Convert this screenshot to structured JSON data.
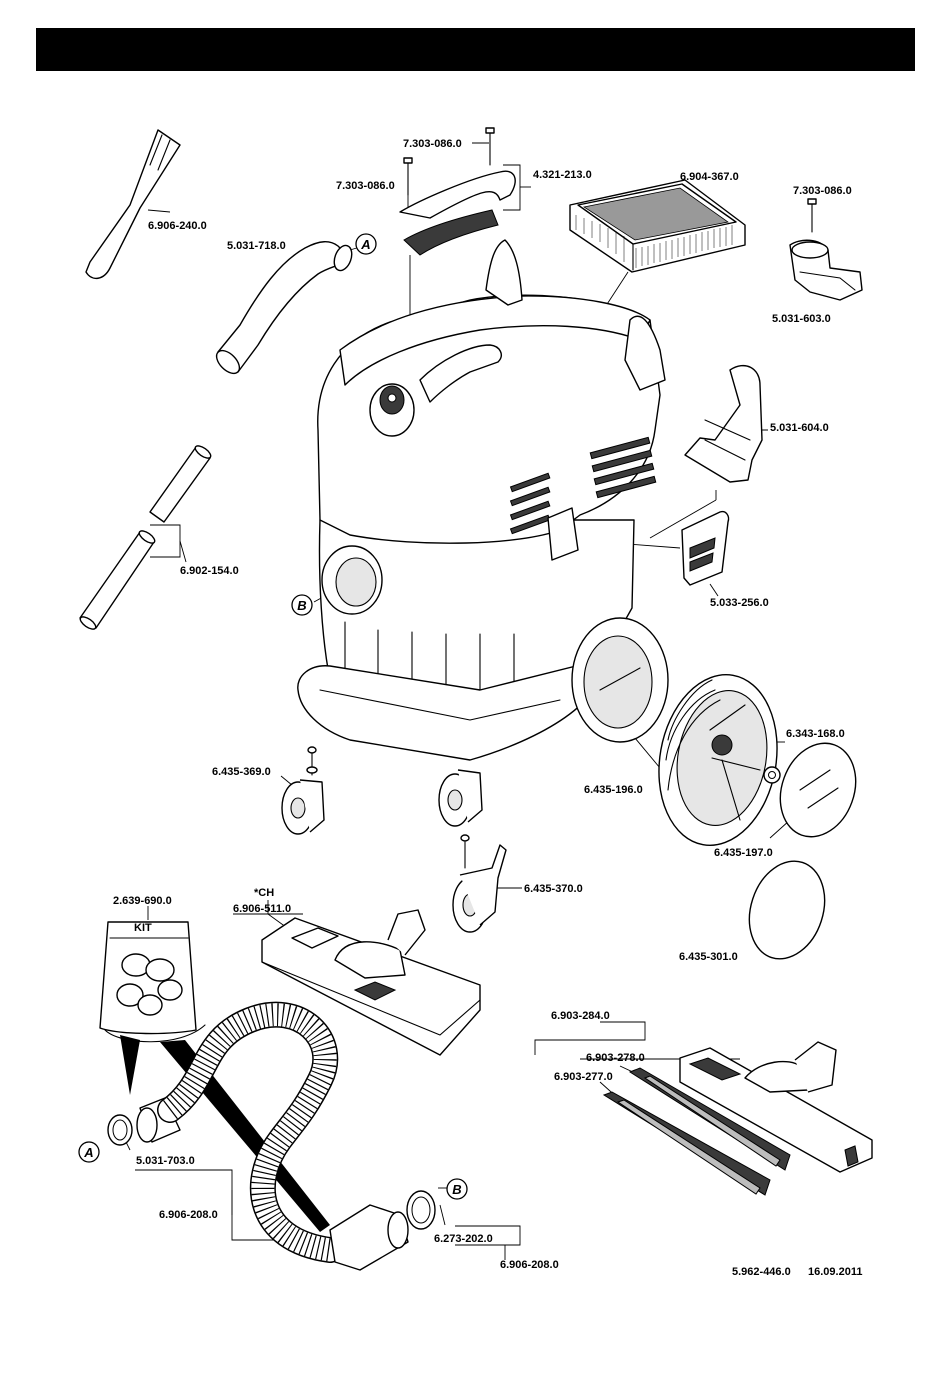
{
  "parts": {
    "screw_top": "7.303-086.0",
    "screw_left": "7.303-086.0",
    "handle": "4.321-213.0",
    "filter": "6.904-367.0",
    "screw_right": "7.303-086.0",
    "holder_top": "5.031-603.0",
    "crevice_nozzle": "6.906-240.0",
    "elbow": "5.031-718.0",
    "holder_mid": "5.031-604.0",
    "tubes": "6.902-154.0",
    "flap": "5.033-256.0",
    "caster_left": "6.435-369.0",
    "wheel": "6.435-196.0",
    "clip": "6.343-168.0",
    "hub_cap": "6.435-197.0",
    "caster_brake": "6.435-370.0",
    "kit": "2.639-690.0",
    "floor_nozzle": "6.906-511.0",
    "disc": "6.435-301.0",
    "wet_nozzle": "6.903-284.0",
    "strip_a": "6.903-278.0",
    "strip_b": "6.903-277.0",
    "adapter": "5.031-703.0",
    "hose": "6.906-208.0",
    "ring": "6.273-202.0",
    "hose_b": "6.906-208.0"
  },
  "markers": {
    "a": "A",
    "b": "B"
  },
  "kit_label": "KIT",
  "ch_label": "*CH",
  "footer": {
    "doc_no": "5.962-446.0",
    "date": "16.09.2011"
  }
}
